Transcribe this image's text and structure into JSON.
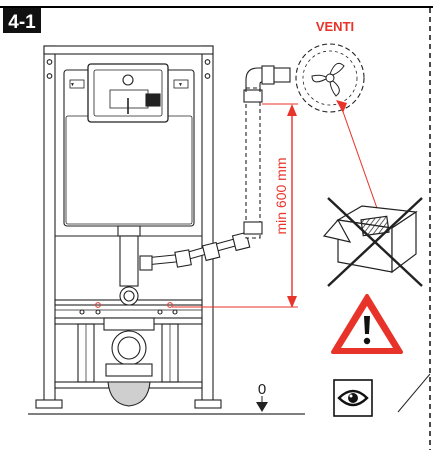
{
  "step": {
    "label": "4-1"
  },
  "labels": {
    "fan": "VENTI",
    "min_distance": "min 600 mm",
    "floor_level": "0"
  },
  "icons": {
    "fan": "fan-icon",
    "no_box": "no-box-icon",
    "warning": "warning-triangle-icon",
    "inspect": "eye-icon"
  },
  "colors": {
    "accent": "#e8332a",
    "line": "#1a1a1a",
    "badge_bg": "#111111",
    "badge_text": "#ffffff",
    "frame_gray": "#b9b9b9"
  }
}
